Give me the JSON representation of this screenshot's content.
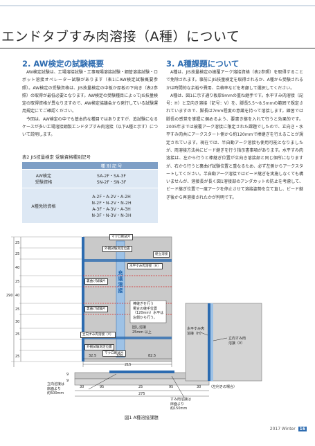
{
  "header": {
    "title": "エンドタブすみ肉溶接（A種）について"
  },
  "section2": {
    "heading": "2. AW検定の試験概要",
    "paragraphs": [
      "AW検定試験は、工場溶接試験・工事現場溶接試験・鋼管溶接試験・ロボット溶接オペレーター試験があります（表1にAW検定試験概要参照）。AW検定の受験資格は、JIS技量検定の中板か厚板の下向き（表2参照）の取得が最低必要となります。AW検定の受験種目によってJIS技量検定の取得資格が異なりますので、AW検定協議会から発行している試験運用規定にてご確認ください。",
      "今回は、AW検定の中でも基本的な種目ではありますが、追試験になるケースが多い工場溶接鋼製エンドタブすみ肉溶接（以下A種と示す）について説明します。"
    ]
  },
  "table2": {
    "caption": "表2 JIS技量検定 受験資格種別記号",
    "header": "種 別 記 号",
    "rows": [
      {
        "label": [
          "AW検定",
          "受験資格"
        ],
        "codes": [
          "SA-2F・SA-3F",
          "SN-2F・SN-3F"
        ]
      },
      {
        "label": [
          "A種免除資格"
        ],
        "codes": [
          "A-2F・A-2V・A-2H",
          "N-2F・N-2V・N-2H",
          "A-3F・A-3V・A-3H",
          "N-3F・N-3V・N-3H"
        ]
      }
    ]
  },
  "section3": {
    "heading": "3. A種課題について",
    "paragraphs": [
      "A種は、JIS技量検定の被覆アーク溶接資格（表2参照）を取得することで免除されます。事前にJIS技量検定を取得されるか、A種から受験されるかは時間的な余裕や費用、合格率などを考慮して選択してください。",
      "A種は、図1に示す通り板厚9mmの重ね継手です。水平すみ肉溶接（記号：H）と立向き溶接（記号：V）を、脚長5.5〜8.5mmの範囲で規定されていますので、脚長は7mm程度の意識を持って溶接します。練習では脚長の感覚を掌握に掴めるよう、要書き継を入れて行うと効果的です。2005年までは被覆アーク溶接に限定された課題でしたので、立向き・水平すみ肉共にアークスタート側から約120mmで棒継ぎを行えることが規定されています。現在では、半自動アーク溶接も使用可能となりましたが、両溶接方法共にビード継ぎを行う指示書事項があります。水平すみ肉溶接は、左から行うと棒継ぎ位置が立向き溶接部と同じ個所になりますが、右から行うと裏曲げ試験位置と重なるため、必ず左側からアークスタートしてください。半自動アーク溶接ではビード継ぎを実施しなくても構いませんが、溶接長が長く図1溶接部のアンダカットの防止を考慮して、ビード継ぎ位置で一度アークを停止させて溶接姿勢を立て直し、ビード継ぎ後から再溶接されたかが判明です。"
    ]
  },
  "figure": {
    "caption": "図1 A種溶接課題",
    "labels": {
      "macro_top": "マクロ断試片",
      "ext_measure_top": "外観試験測定位置",
      "assembly": "組立溶接",
      "horizontal_weld": "水平すみ肉溶接（H）",
      "bend_back_1": "裏曲げ試験片",
      "bend_back_2": "裏曲げ試験片",
      "restart_note": [
        "棒継ぎを行う",
        "場合の継手位置",
        "（120mm）水平は",
        "左側から行う。"
      ],
      "fillet_v": "立向すみ肉溶接（V）",
      "ext_measure_bottom": "外観試験測定位置",
      "macro_bottom": "マクロ断試片",
      "leftover_note": [
        "回し溶接",
        "25mm 以上"
      ],
      "vertical_text": "充填溶接",
      "left_note": [
        "立向溶接は",
        "床面より",
        "約500mm"
      ],
      "right_note": [
        "すみ肉溶接は",
        "床面より",
        "約150mm"
      ],
      "side_h": [
        "水平すみ肉",
        "溶接（H）"
      ],
      "side_v": [
        "立向すみ肉",
        "溶接（V）"
      ],
      "side_caption": "（左利きの場合）",
      "dim_total_height": "290",
      "dim_a": "32.5",
      "dim_b": "180",
      "dim_c": "82.5",
      "dim_d": "215",
      "dim_bottom": [
        "30",
        "95",
        "25",
        "95",
        "30"
      ],
      "dim_bottom_total": "275",
      "dim_left": [
        "25",
        "25",
        "40",
        "25",
        "40",
        "25",
        "30",
        "25",
        "25"
      ],
      "dim_thick": [
        "9",
        "9"
      ]
    }
  },
  "footer": {
    "issue": "2017 Winter",
    "page": "16"
  }
}
